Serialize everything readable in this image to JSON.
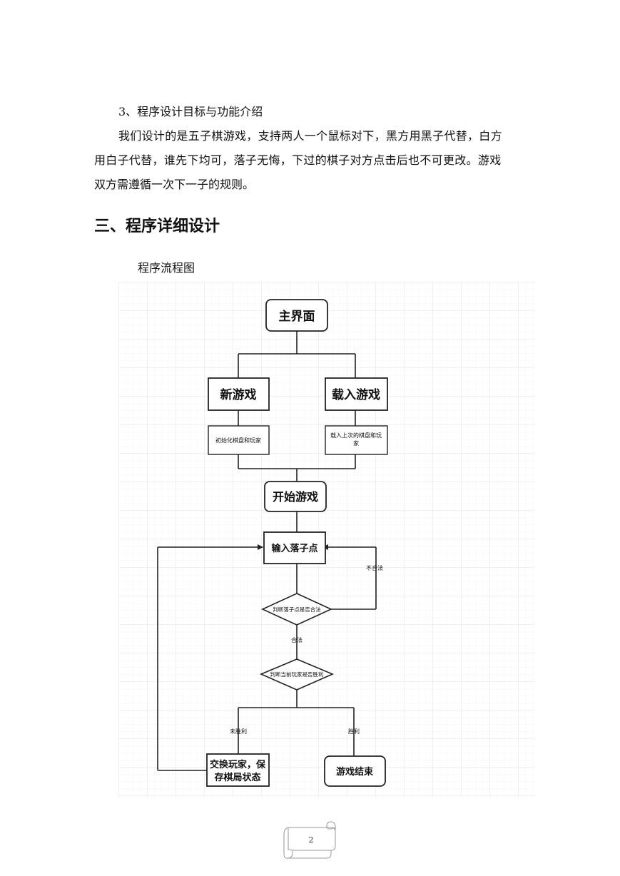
{
  "section_intro": {
    "heading": "3、程序设计目标与功能介绍",
    "paragraph_lines": [
      "我们设计的是五子棋游戏，支持两人一个鼠标对下，黑方用黑子代替，白方",
      "用白子代替，谁先下均可，落子无悔，下过的棋子对方点击后也不可更改。游戏",
      "双方需遵循一次下一子的规则。"
    ]
  },
  "chapter_heading": "三、程序详细设计",
  "figure_caption": "程序流程图",
  "flowchart": {
    "main_menu": "主界面",
    "new_game": "新游戏",
    "load_game": "载入游戏",
    "init_board": "初始化棋盘和玩家",
    "load_last_lines": [
      "载入上次的棋盘和玩",
      "家"
    ],
    "start_game": "开始游戏",
    "input_move": "输入落子点",
    "check_legal": "判断落子点是否合法",
    "illegal": "不合法",
    "legal": "合法",
    "check_win": "判断当前玩家是否胜利",
    "not_win": "未胜利",
    "win": "胜利",
    "swap_player_lines": [
      "交换玩家，保",
      "存棋局状态"
    ],
    "game_over": "游戏结束"
  },
  "footer": {
    "page_number": "2"
  }
}
